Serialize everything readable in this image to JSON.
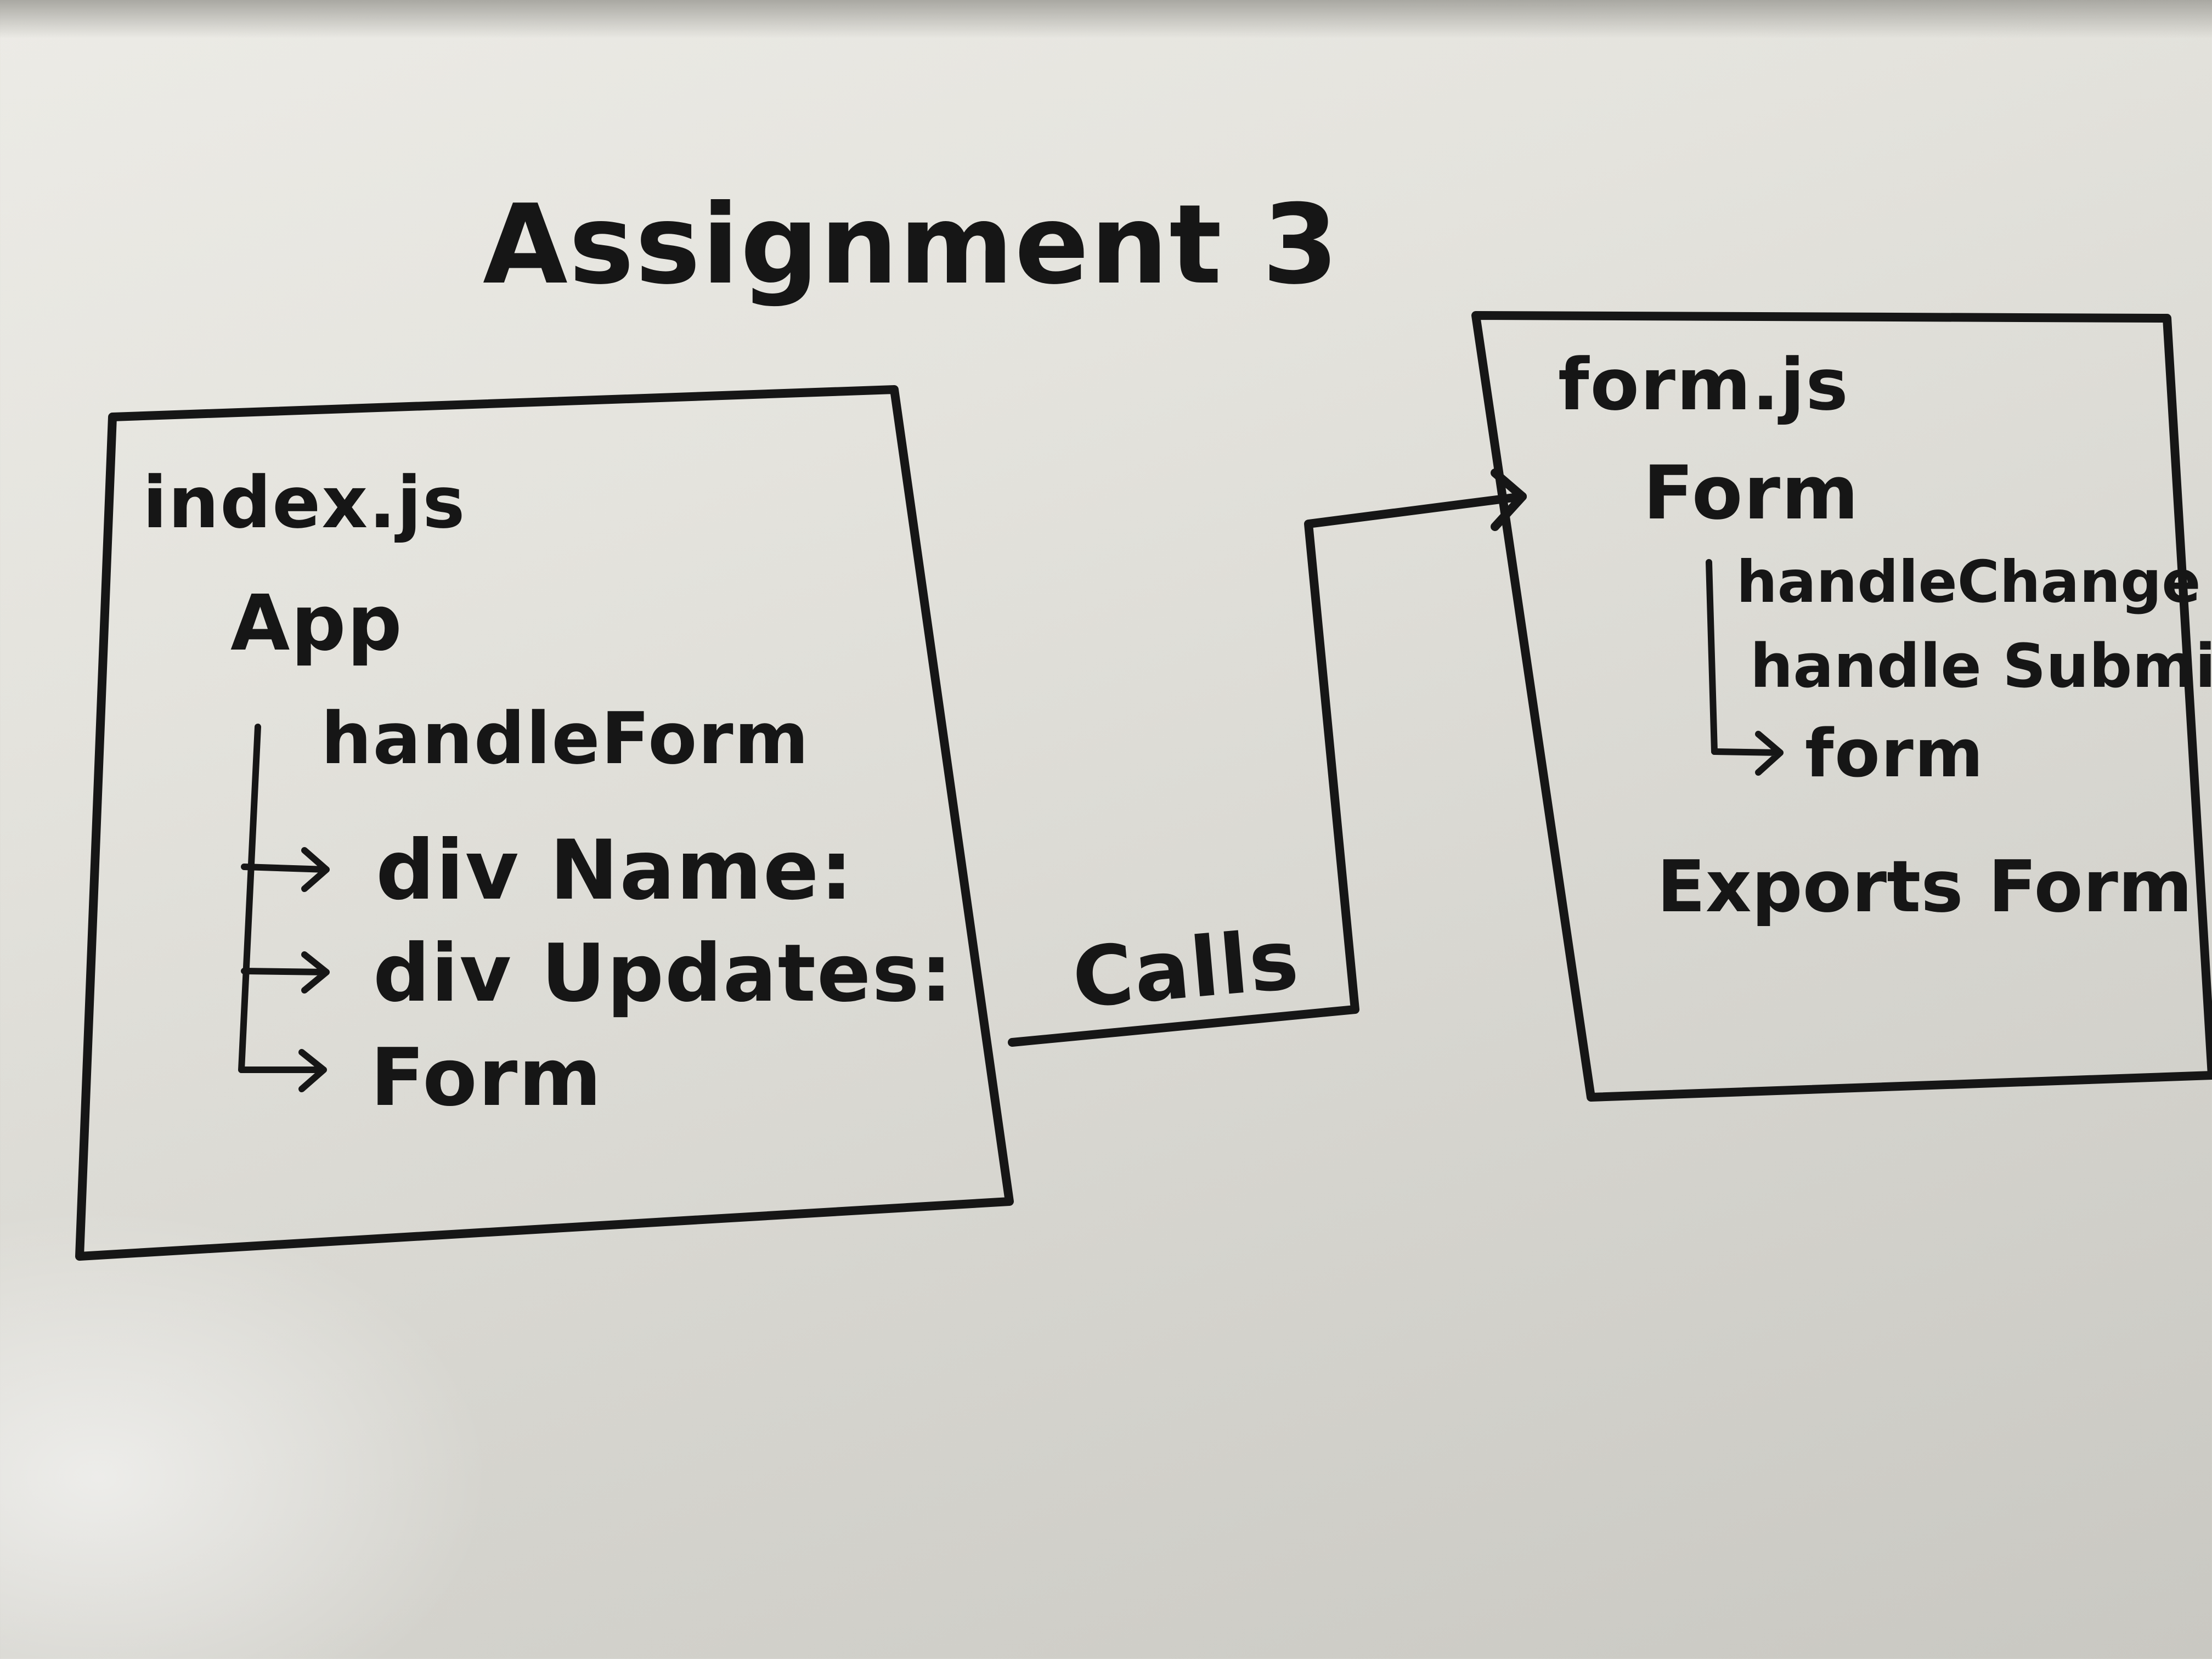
{
  "title": "Assignment 3",
  "index_box": {
    "file": "index.js",
    "component": "App",
    "method": "handleForm",
    "children": [
      "div Name:",
      "div Updates:",
      "Form"
    ]
  },
  "form_box": {
    "file": "form.js",
    "component": "Form",
    "methods": [
      "handleChange",
      "handle Submit"
    ],
    "child": "form",
    "export": "Exports Form"
  },
  "connector": {
    "label": "Calls",
    "from": "index.js",
    "to": "form.js"
  },
  "colors": {
    "ink": "#161616",
    "board": "#e4e3dd"
  }
}
